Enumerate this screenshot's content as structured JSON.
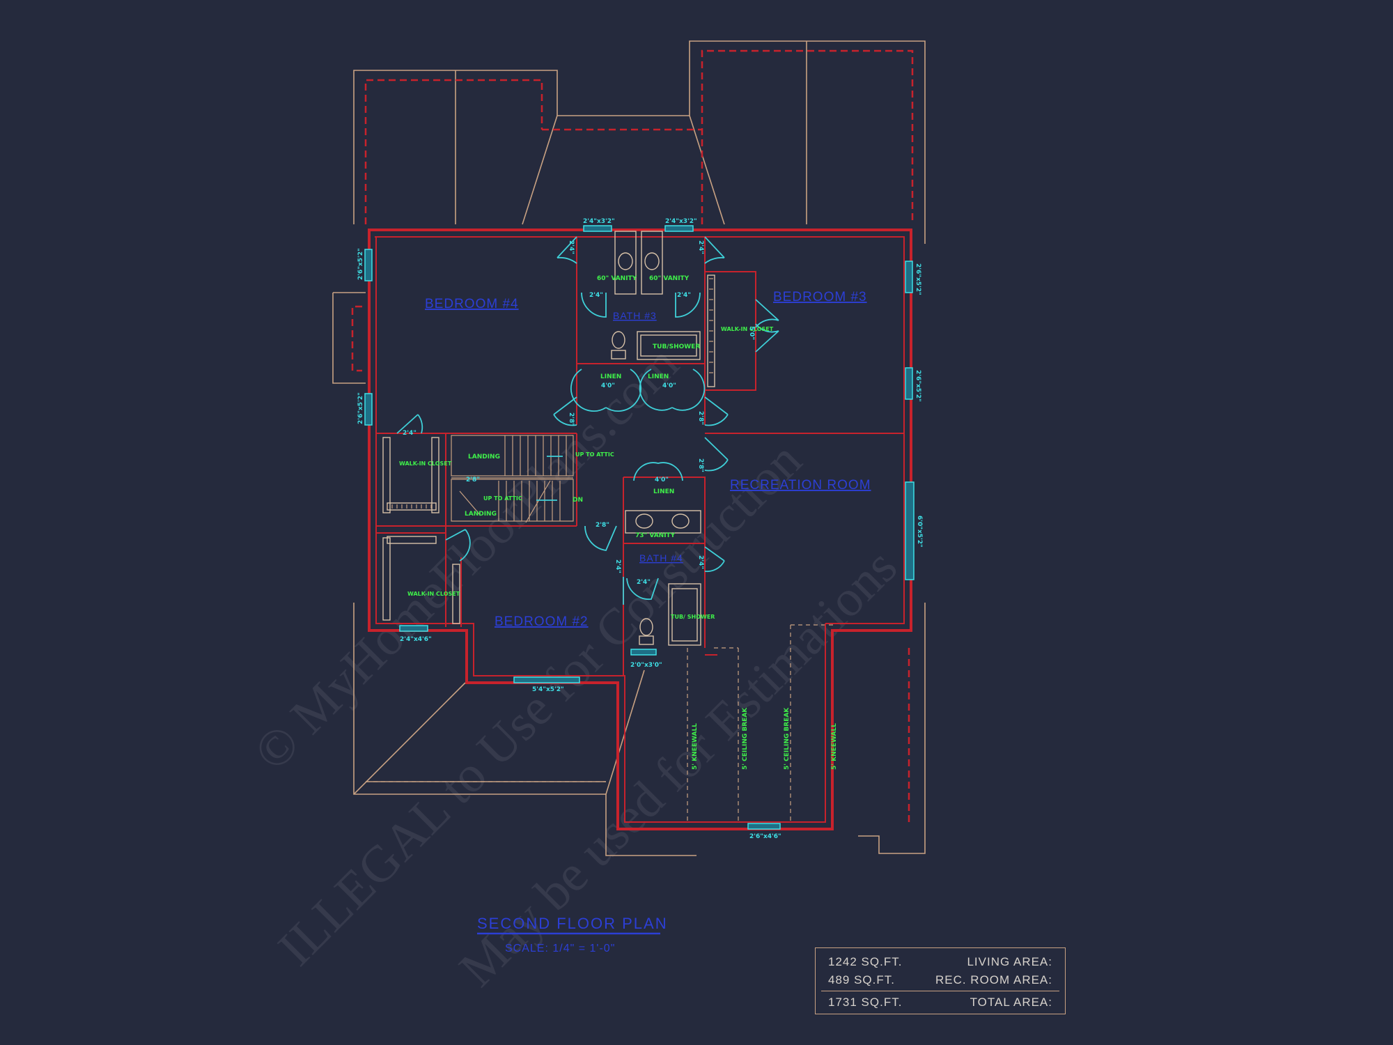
{
  "watermark": {
    "line1": "© MyHomeFloorPlans.com",
    "line2": "ILLEGAL to Use for Construction",
    "line3": "May be used for Estimations"
  },
  "rooms": {
    "bedroom_a": "BEDROOM #4",
    "bedroom_b": "BEDROOM #3",
    "bath_a": "BATH #3",
    "bath_b": "BATH #4",
    "bedroom_c": "BEDROOM #2",
    "recreation": "RECREATION ROOM"
  },
  "labels": {
    "vanity_left": "60\" VANITY",
    "vanity_right": "60\" VANITY",
    "tub_shower_top": "TUB/SHOWER",
    "walkin_right": "WALK-IN CLOSET",
    "walkin_left_top": "WALK-IN CLOSET",
    "walkin_left_bottom": "WALK-IN CLOSET",
    "linen_1": "LINEN",
    "linen_2": "LINEN",
    "linen_3": "LINEN",
    "landing_1": "LANDING",
    "landing_2": "LANDING",
    "up_to_attic_1": "UP TO ATTIC",
    "up_to_attic_2": "UP TO ATTIC",
    "dn": "DN",
    "vanity_73": "73\" VANITY",
    "tub_shower_bottom": "TUB/ SHOWER",
    "kneewall_1": "5' KNEEWALL",
    "ceiling_break_1": "5' CEILING BREAK",
    "ceiling_break_2": "5' CEILING BREAK",
    "kneewall_2": "5' KNEEWALL"
  },
  "dimensions": {
    "win_top_1": "2'4\"x3'2\"",
    "win_top_2": "2'4\"x3'2\"",
    "win_left_1": "2'6\"x5'2\"",
    "win_left_2": "2'6\"x5'2\"",
    "win_right_1": "2'6\"x5'2\"",
    "win_right_2": "2'6\"x5'2\"",
    "win_right_3": "6'0\"x5'2\"",
    "win_bottom_1": "2'4\"x4'6\"",
    "win_bottom_2": "5'4\"x5'2\"",
    "win_bottom_3": "2'0\"x3'0\"",
    "win_bottom_4": "2'6\"x4'6\"",
    "door_1": "2'4\"",
    "door_2": "2'4\"",
    "door_3": "2'4\"",
    "door_4": "2'4\"",
    "door_5": "4'0\"",
    "door_6": "4'0\"",
    "door_7": "2'8\"",
    "door_8": "2'8\"",
    "door_9": "2'4\"",
    "door_10": "2'8\"",
    "door_11": "2'8\"",
    "door_12": "4'0\"",
    "door_13": "2'8\"",
    "door_14": "2'4\"",
    "door_15": "2'4\"",
    "door_16": "2'4\"",
    "door_17": "5'0\""
  },
  "plan_title": {
    "title": "SECOND FLOOR PLAN",
    "scale": "SCALE: 1/4\" = 1'-0\""
  },
  "area_table": {
    "living_value": "1242 SQ.FT.",
    "living_label": "LIVING AREA:",
    "rec_value": "489 SQ.FT.",
    "rec_label": "REC. ROOM AREA:",
    "total_value": "1731 SQ.FT.",
    "total_label": "TOTAL AREA:"
  },
  "colors": {
    "background": "#252a3d",
    "wall": "#c8222c",
    "roof_outline": "#c9a283",
    "window_door": "#3fe0e6",
    "fixture_label": "#3ff04a",
    "room_label": "#2c3fd6"
  }
}
